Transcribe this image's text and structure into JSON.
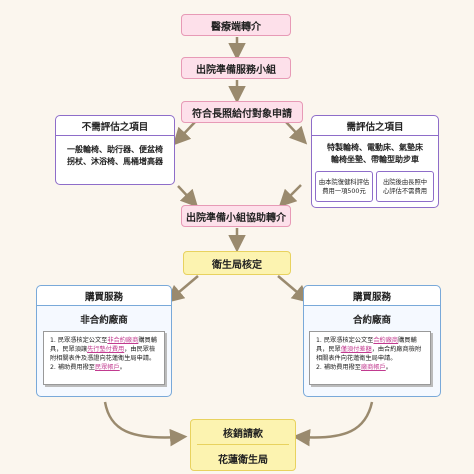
{
  "steps": {
    "medical_referral": "醫療端轉介",
    "discharge_team": "出院準備服務小組",
    "eligibility_apply": "符合長照給付對象申請",
    "team_assist_referral": "出院準備小組協助轉介",
    "health_bureau_review": "衛生局核定"
  },
  "no_assessment": {
    "title": "不需評估之項目",
    "items": [
      "一般輪椅、助行器、便盆椅",
      "拐杖、沐浴椅、馬桶增高器"
    ]
  },
  "need_assessment": {
    "title": "需評估之項目",
    "items": [
      "特製輪椅、電動床、氣墊床",
      "輪椅坐墊、帶輪型助步車"
    ],
    "note_left": [
      "由本院復健科評估",
      "費用一項500元"
    ],
    "note_right": [
      "出院後由長照中",
      "心評估不需費用"
    ]
  },
  "purchase_left": {
    "title": "購買服務",
    "subtitle": "非合約廠商",
    "line1_pre": "1. 民眾憑核定公文至",
    "line1_hl": "非合約廠商",
    "line1_post": "購買輔具，民眾須讓",
    "line2_hl": "先行墊付費用",
    "line2_post": "，由民眾檢附相關表件及憑證向花蓮衛生局申請。",
    "line3_pre": "2. 補助費用撥至",
    "line3_hl": "民眾帳戶",
    "line3_post": "。"
  },
  "purchase_right": {
    "title": "購買服務",
    "subtitle": "合約廠商",
    "line1_pre": "1. 民眾憑核定公文至",
    "line1_hl": "合約廠商",
    "line1_post": "購買輔具，民眾",
    "line2_hl": "僅須付差額",
    "line2_post": "，由合約廠商檢附相關表件向花蓮衛生局申請。",
    "line3_pre": "2. 補助費用撥至",
    "line3_hl": "廠商帳戶",
    "line3_post": "。"
  },
  "reimburse": "核銷請款",
  "hualien_bureau": "花蓮衛生局",
  "colors": {
    "pink_fill": "#fde0ea",
    "yellow_fill": "#fcf3b0",
    "purple_border": "#8e6dc9",
    "blue_border": "#79a9d9",
    "arrow": "#9a8a6e",
    "highlight": "#c13a8f"
  }
}
